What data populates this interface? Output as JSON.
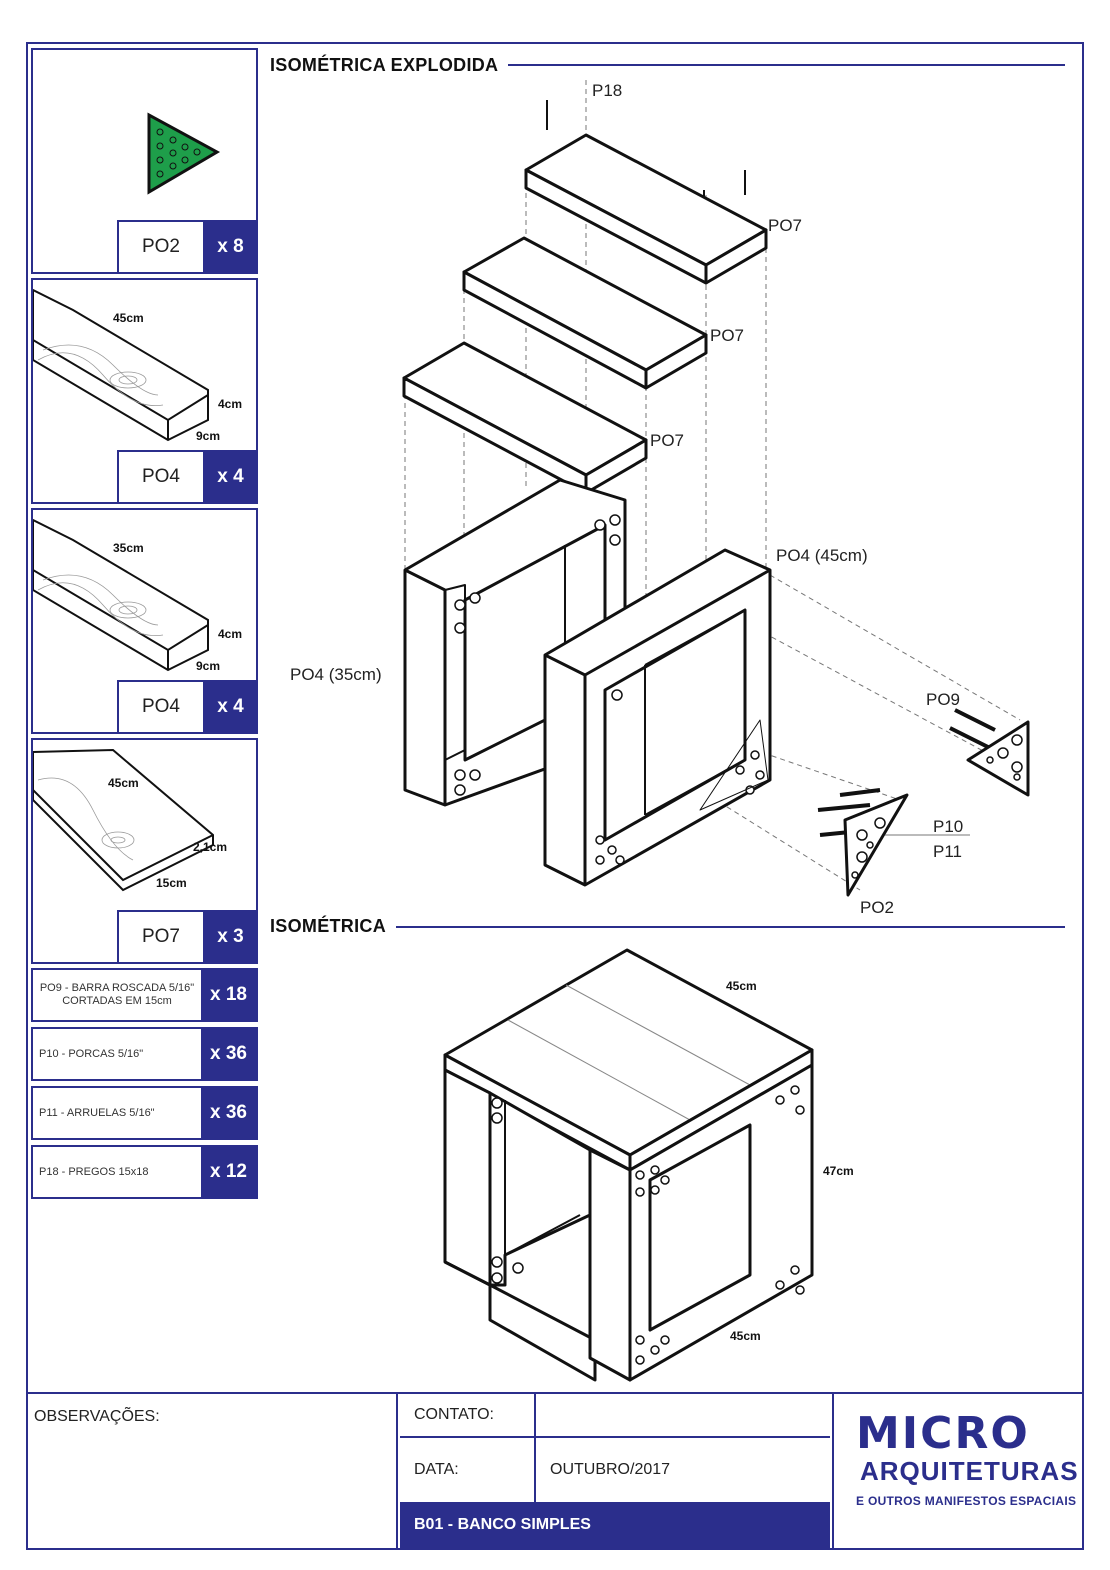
{
  "parts": [
    {
      "code": "PO2",
      "qty": "x 8",
      "dims": []
    },
    {
      "code": "PO4",
      "qty": "x 4",
      "dims": [
        "45cm",
        "4cm",
        "9cm"
      ]
    },
    {
      "code": "PO4",
      "qty": "x 4",
      "dims": [
        "35cm",
        "4cm",
        "9cm"
      ]
    },
    {
      "code": "PO7",
      "qty": "x 3",
      "dims": [
        "45cm",
        "2,1cm",
        "15cm"
      ]
    }
  ],
  "hardware": [
    {
      "line1": "PO9 - BARRA ROSCADA 5/16\"",
      "line2": "CORTADAS EM 15cm",
      "qty": "x 18"
    },
    {
      "line1": "P10 - PORCAS 5/16\"",
      "line2": "",
      "qty": "x 36"
    },
    {
      "line1": "P11 - ARRUELAS 5/16\"",
      "line2": "",
      "qty": "x 36"
    },
    {
      "line1": "P18 - PREGOS 15x18",
      "line2": "",
      "qty": "x 12"
    }
  ],
  "sections": {
    "exploded": "ISOMÉTRICA EXPLODIDA",
    "assembled": "ISOMÉTRICA"
  },
  "exploded_labels": {
    "p18": "P18",
    "po7_a": "PO7",
    "po7_b": "PO7",
    "po7_c": "PO7",
    "po4_45": "PO4 (45cm)",
    "po4_35": "PO4 (35cm)",
    "po9": "PO9",
    "p10": "P10",
    "p11": "P11",
    "po2": "PO2"
  },
  "assembled_labels": {
    "top_width": "45cm",
    "height": "47cm",
    "bottom_depth": "45cm"
  },
  "title_block": {
    "observacoes": "OBSERVAÇÕES:",
    "contato_label": "CONTATO:",
    "contato_value": "",
    "data_label": "DATA:",
    "data_value": "OUTUBRO/2017",
    "title": "B01 - BANCO SIMPLES"
  },
  "logo": {
    "line1": "MICRO",
    "line2": "ARQUITETURAS",
    "line3": "E OUTROS MANIFESTOS ESPACIAIS"
  },
  "colors": {
    "brand": "#2b2e8c",
    "triangle": "#1e9e4a"
  }
}
